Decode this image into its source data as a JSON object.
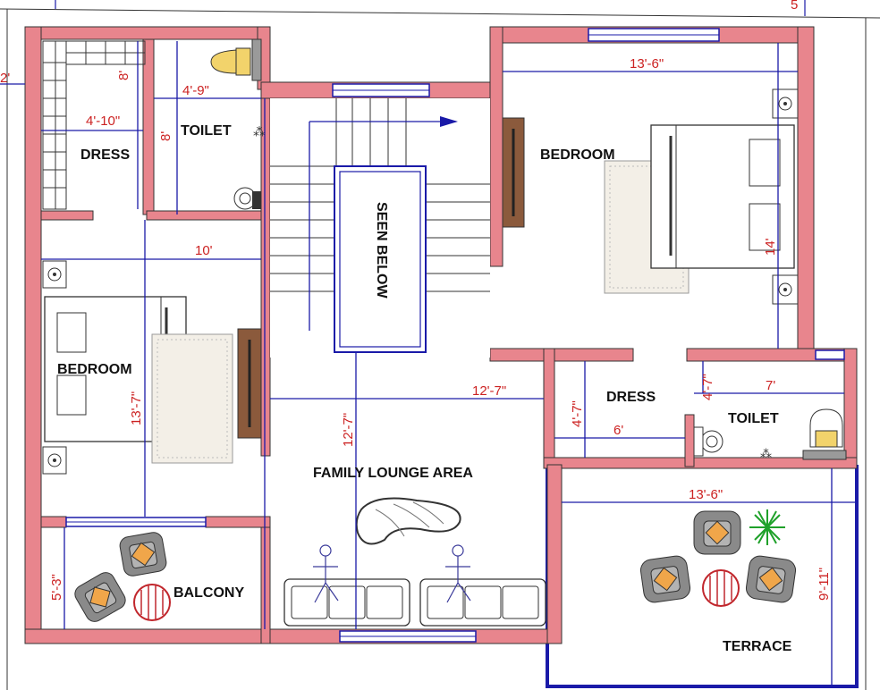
{
  "rooms": {
    "dress_1": "DRESS",
    "toilet_1": "TOILET",
    "bedroom_1": "BEDROOM",
    "bedroom_2": "BEDROOM",
    "seen_below": "SEEN BELOW",
    "family_lounge": "FAMILY LOUNGE AREA",
    "balcony": "BALCONY",
    "dress_2": "DRESS",
    "toilet_2": "TOILET",
    "terrace": "TERRACE"
  },
  "dimensions": {
    "edge_left": "2'",
    "edge_top": "5",
    "dress_height": "8'",
    "dress_width": "4'-10\"",
    "toilet1_width": "4'-9\"",
    "toilet1_height": "8'",
    "bedroom1_width": "10'",
    "bedroom1_height": "13'-7\"",
    "bedroom2_width": "13'-6\"",
    "bedroom2_height": "14'",
    "lounge_width": "12'-7\"",
    "lounge_height": "12'-7\"",
    "dress2_height": "4'-7\"",
    "dress2_width": "6'",
    "toilet2_height": "4'-7\"",
    "toilet2_width": "7'",
    "terrace_width": "13'-6\"",
    "terrace_height": "9'-11\"",
    "balcony_height": "5'-3\""
  },
  "colors": {
    "wall": "#e8858d",
    "dimension_line": "#1a1aa8",
    "dimension_text": "#cc2222",
    "door": "#8b5a3c",
    "label": "#111111"
  }
}
